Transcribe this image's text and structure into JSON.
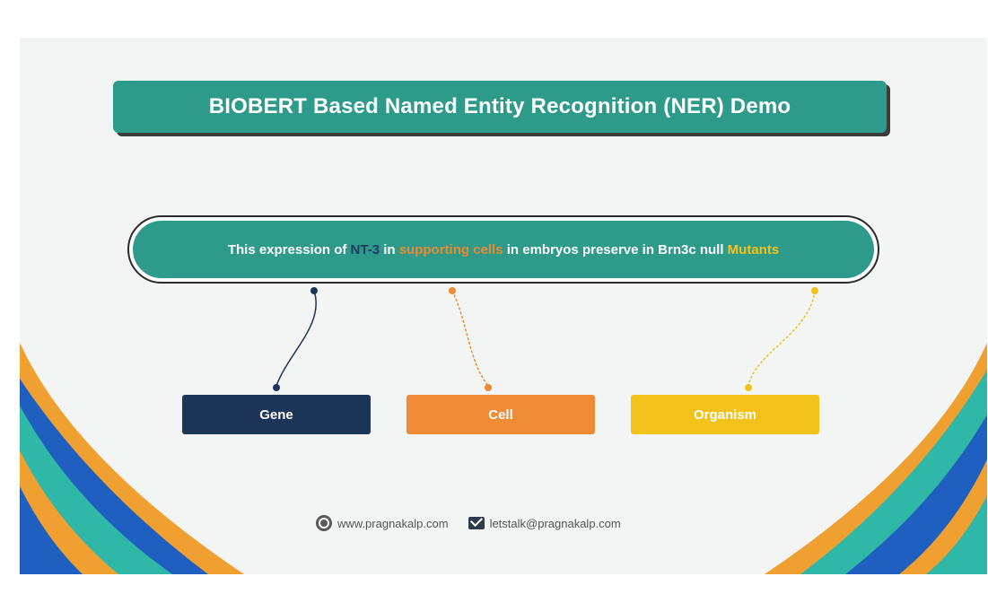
{
  "title": "BIOBERT Based Named Entity Recognition (NER) Demo",
  "sentence": {
    "part1": "This expression of ",
    "gene_entity": "NT-3",
    "part2": " in ",
    "cell_entity": "supporting cells",
    "part3": " in embryos preserve in Brn3c null ",
    "organism_entity": "Mutants"
  },
  "entities": {
    "gene_label": "Gene",
    "cell_label": "Cell",
    "organism_label": "Organism"
  },
  "footer": {
    "website": "www.pragnakalp.com",
    "email": "letstalk@pragnakalp.com"
  },
  "colors": {
    "teal": "#2e9a8a",
    "gene": "#1d3557",
    "cell": "#ef8a35",
    "organism": "#f2c21b"
  }
}
